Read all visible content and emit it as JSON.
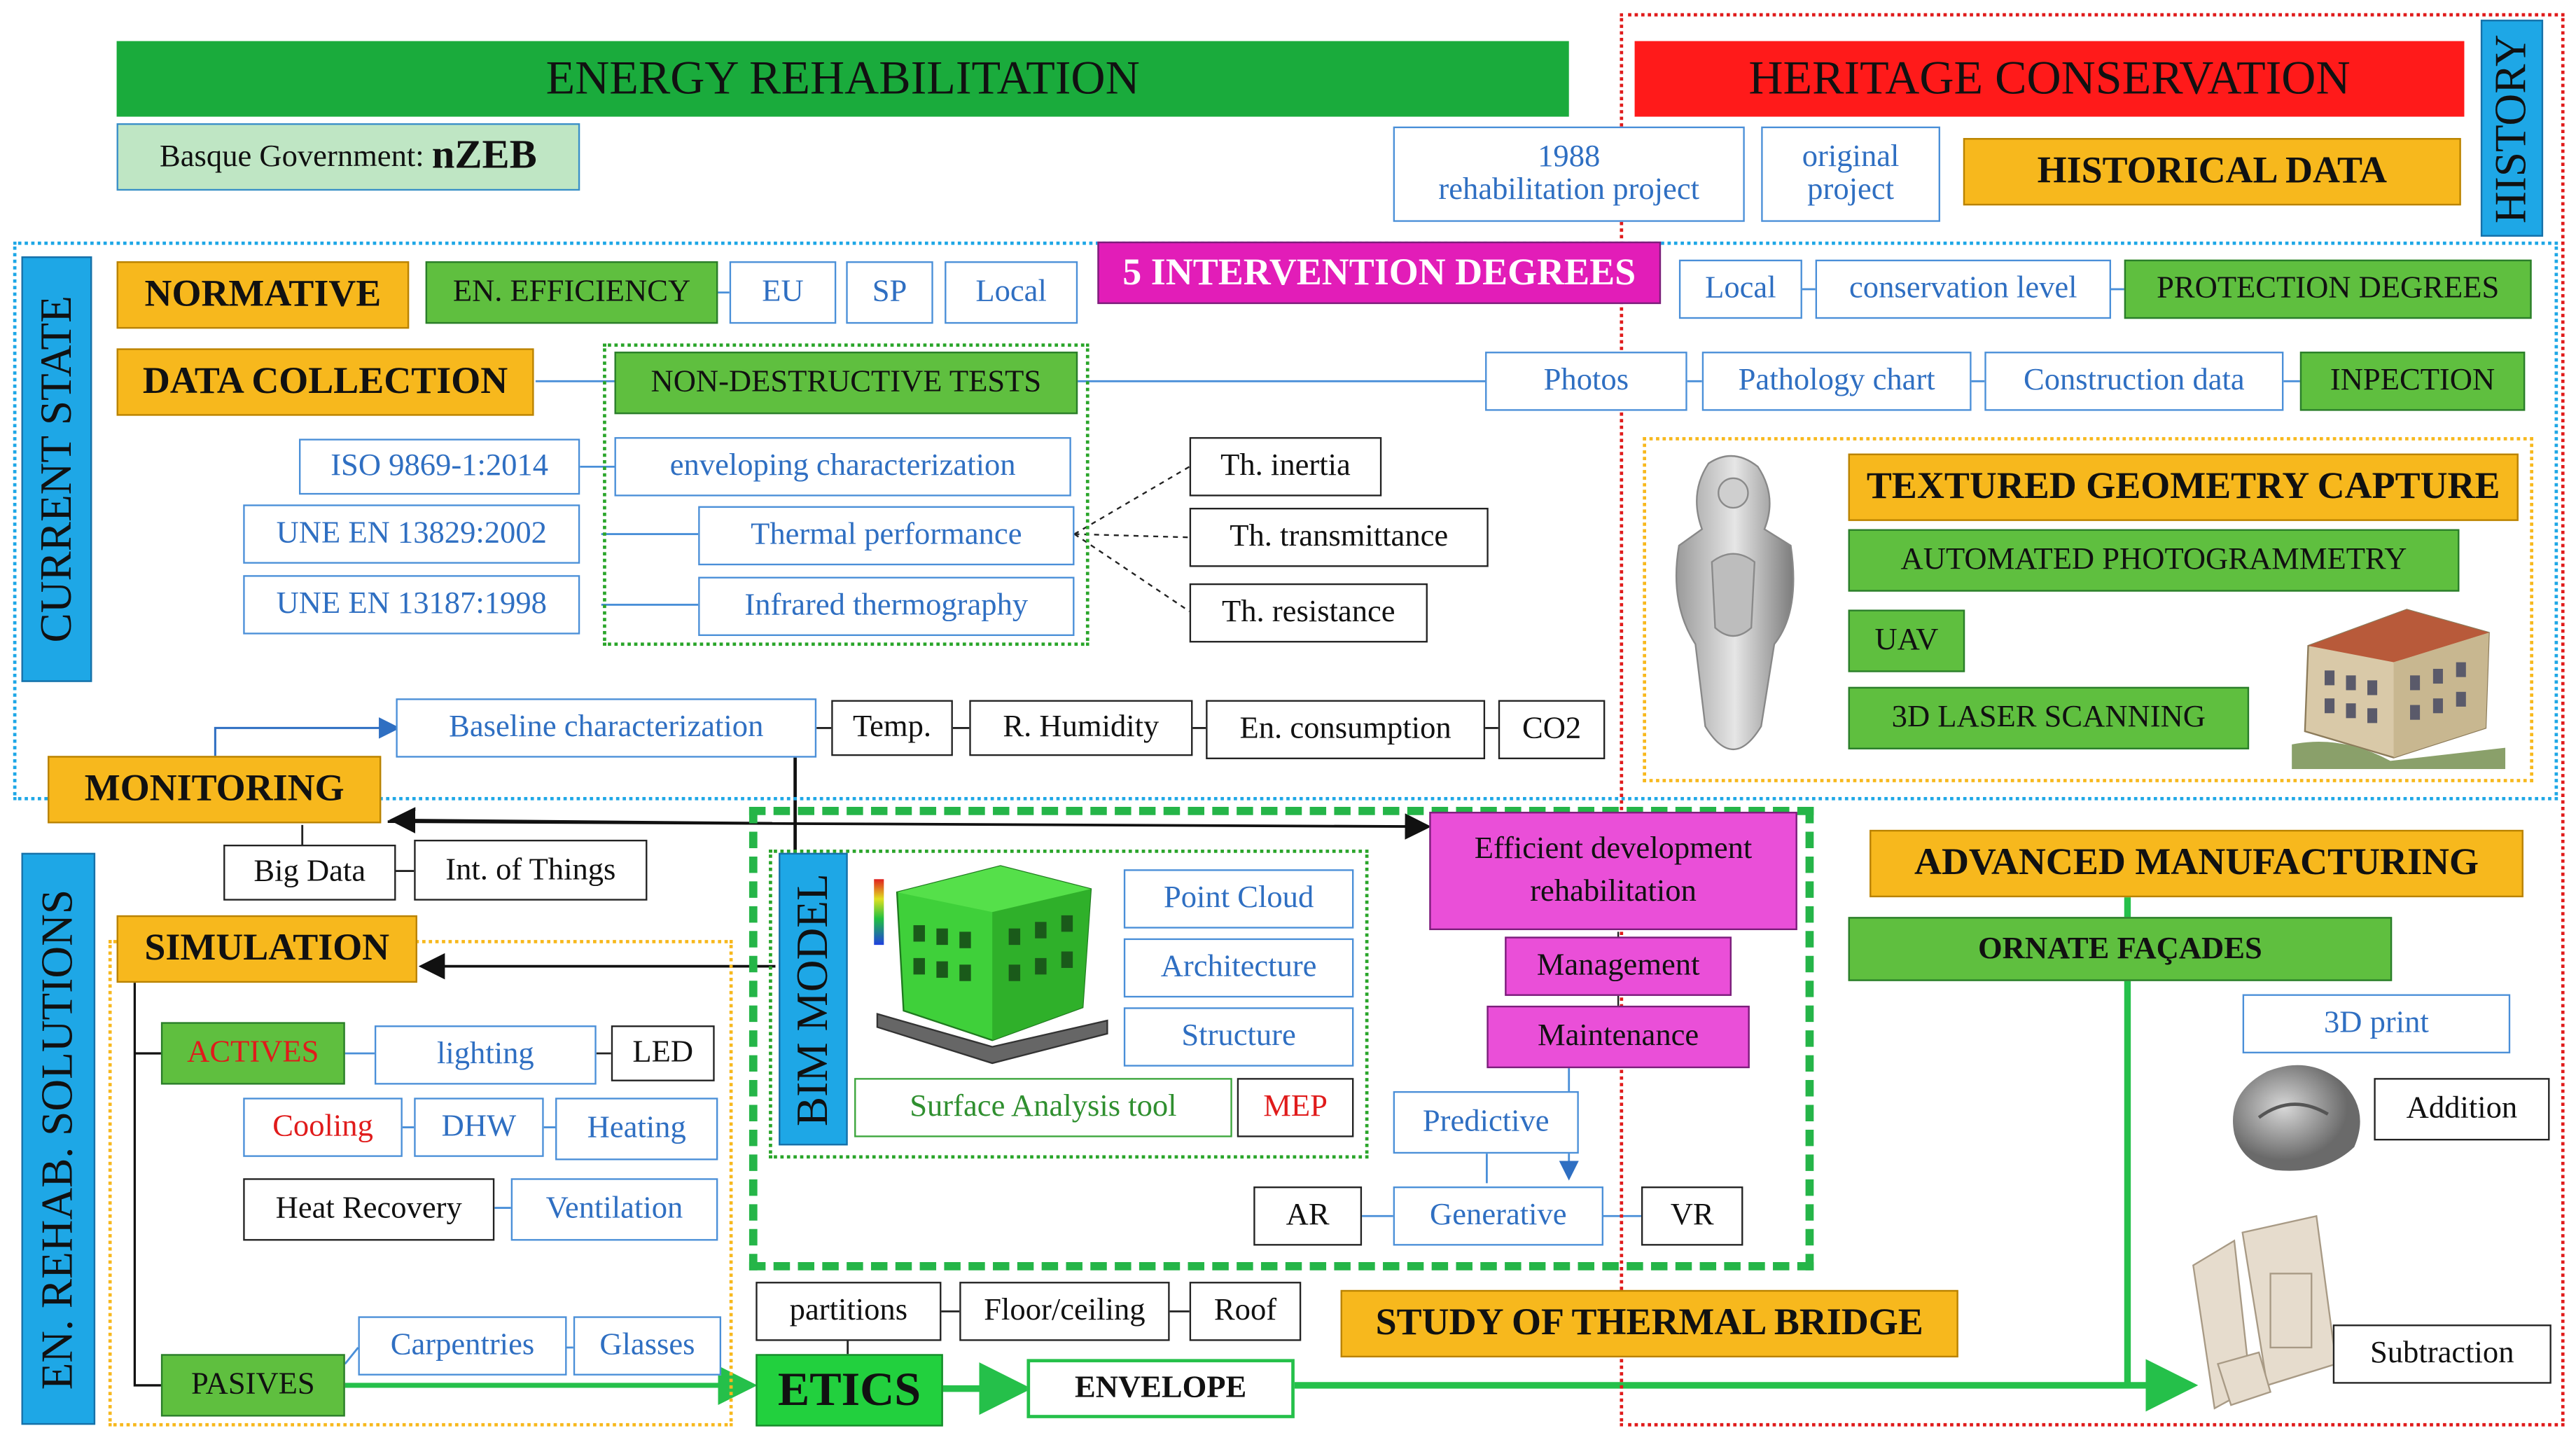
{
  "header": {
    "energy_rehab": "ENERGY REHABILITATION",
    "heritage": "HERITAGE CONSERVATION",
    "basque_prefix": "Basque Government: ",
    "basque_bold": "nZEB",
    "rehab_1988_l1": "1988",
    "rehab_1988_l2": "rehabilitation project",
    "original_l1": "original",
    "original_l2": "project",
    "historical": "HISTORICAL DATA",
    "history": "HISTORY"
  },
  "current_state": {
    "label": "CURRENT STATE",
    "normative": "NORMATIVE",
    "en_efficiency": "EN. EFFICIENCY",
    "eu": "EU",
    "sp": "SP",
    "local": "Local",
    "intervention": "5 INTERVENTION DEGREES",
    "local_right": "Local",
    "conservation": "conservation level",
    "protection": "PROTECTION DEGREES",
    "data_collection": "DATA COLLECTION",
    "ndt": "NON-DESTRUCTIVE TESTS",
    "photos": "Photos",
    "pathology": "Pathology chart",
    "construction": "Construction data",
    "inpection": "INPECTION",
    "iso": "ISO 9869-1:2014",
    "une1": "UNE EN 13829:2002",
    "une2": "UNE EN 13187:1998",
    "enveloping": "enveloping characterization",
    "thermal": "Thermal performance",
    "infrared": "Infrared thermography",
    "th_inertia": "Th. inertia",
    "th_transmittance": "Th. transmittance",
    "th_resistance": "Th. resistance",
    "textured": "TEXTURED GEOMETRY CAPTURE",
    "auto_photo": "AUTOMATED PHOTOGRAMMETRY",
    "uav": "UAV",
    "laser": "3D LASER SCANNING",
    "baseline": "Baseline characterization",
    "temp": "Temp.",
    "humidity": "R. Humidity",
    "consumption": "En. consumption",
    "co2": "CO2"
  },
  "solutions": {
    "label": "EN. REHAB. SOLUTIONS",
    "monitoring": "MONITORING",
    "big_data": "Big Data",
    "iot": "Int. of Things",
    "simulation": "SIMULATION",
    "actives": "ACTIVES",
    "lighting": "lighting",
    "led": "LED",
    "cooling": "Cooling",
    "dhw": "DHW",
    "heating": "Heating",
    "heat_recovery": "Heat Recovery",
    "ventilation": "Ventilation",
    "carpentries": "Carpentries",
    "glasses": "Glasses",
    "pasives": "PASIVES",
    "bim": "BIM MODEL",
    "point_cloud": "Point Cloud",
    "architecture": "Architecture",
    "structure": "Structure",
    "surface": "Surface Analysis tool",
    "mep": "MEP",
    "efficient_l1": "Efficient development",
    "efficient_l2": "rehabilitation",
    "management": "Management",
    "maintenance": "Maintenance",
    "predictive": "Predictive",
    "generative": "Generative",
    "ar": "AR",
    "vr": "VR",
    "partitions": "partitions",
    "floor": "Floor/ceiling",
    "roof": "Roof",
    "etics": "ETICS",
    "envelope": "ENVELOPE",
    "thermal_bridge": "STUDY OF THERMAL BRIDGE",
    "adv_manufacturing": "ADVANCED MANUFACTURING",
    "ornate": "ORNATE FAÇADES",
    "print3d": "3D print",
    "addition": "Addition",
    "subtraction": "Subtraction"
  },
  "colors": {
    "green": "#5fbf3f",
    "orange": "#f7b81d",
    "magenta": "#ea4fd8",
    "blue": "#1ea7e6",
    "red": "#ff1a1a",
    "header_green": "#1aab3c"
  },
  "icons": [
    "sculpture-scan-image",
    "building-photogrammetry-image",
    "bim-building-model-image",
    "ornament-addition-image",
    "ornament-subtraction-image"
  ]
}
